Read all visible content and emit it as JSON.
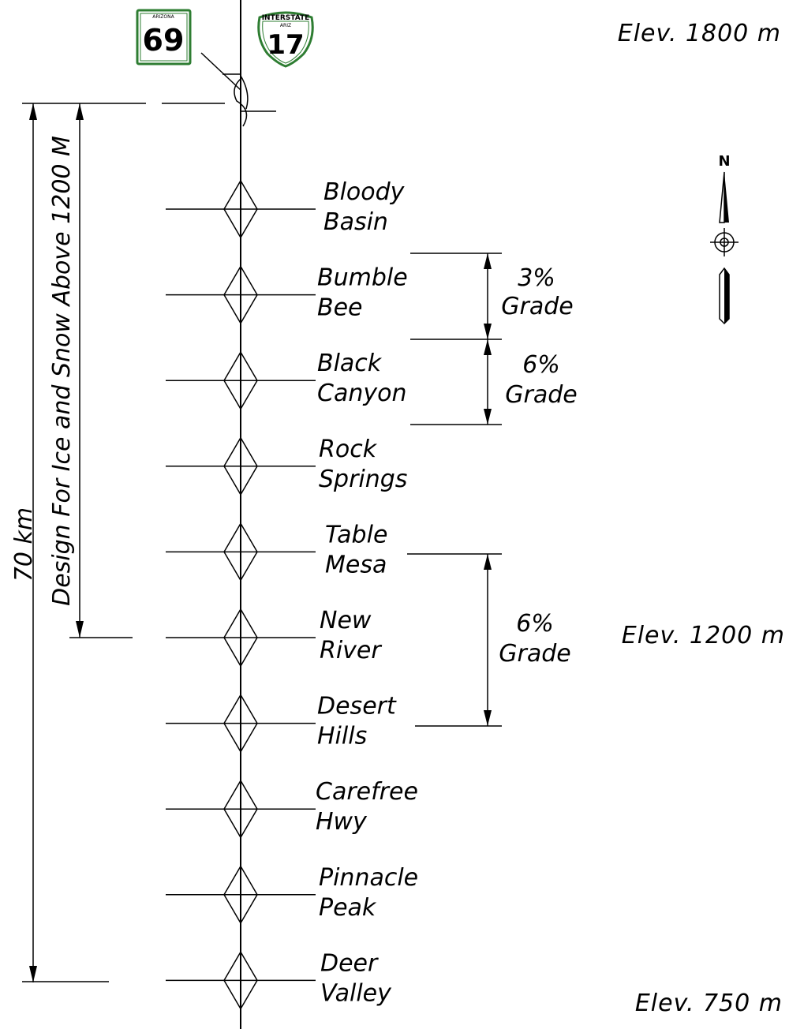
{
  "shields": {
    "state": {
      "banner": "ARIZONA",
      "number": "69",
      "color": "#2e7d32"
    },
    "interstate": {
      "banner": "INTERSTATE",
      "sub": "ARIZ",
      "number": "17",
      "color": "#2e7d32"
    }
  },
  "elevations": {
    "top": "Elev. 1800 m",
    "mid": "Elev. 1200 m",
    "bottom": "Elev. 750 m"
  },
  "dimensions": {
    "total_length": "70 km",
    "ice_snow": "Design For Ice and Snow Above 1200 M"
  },
  "interchanges": [
    {
      "line1": "Bloody",
      "line2": "Basin"
    },
    {
      "line1": "Bumble",
      "line2": "Bee"
    },
    {
      "line1": "Black",
      "line2": "Canyon"
    },
    {
      "line1": "Rock",
      "line2": "Springs"
    },
    {
      "line1": "Table",
      "line2": "Mesa"
    },
    {
      "line1": "New",
      "line2": "River"
    },
    {
      "line1": "Desert",
      "line2": "Hills"
    },
    {
      "line1": "Carefree",
      "line2": "Hwy"
    },
    {
      "line1": "Pinnacle",
      "line2": "Peak"
    },
    {
      "line1": "Deer",
      "line2": "Valley"
    }
  ],
  "grades": [
    {
      "pct": "3%",
      "word": "Grade"
    },
    {
      "pct": "6%",
      "word": "Grade"
    },
    {
      "pct": "6%",
      "word": "Grade"
    }
  ],
  "north_arrow": {
    "label": "N"
  }
}
